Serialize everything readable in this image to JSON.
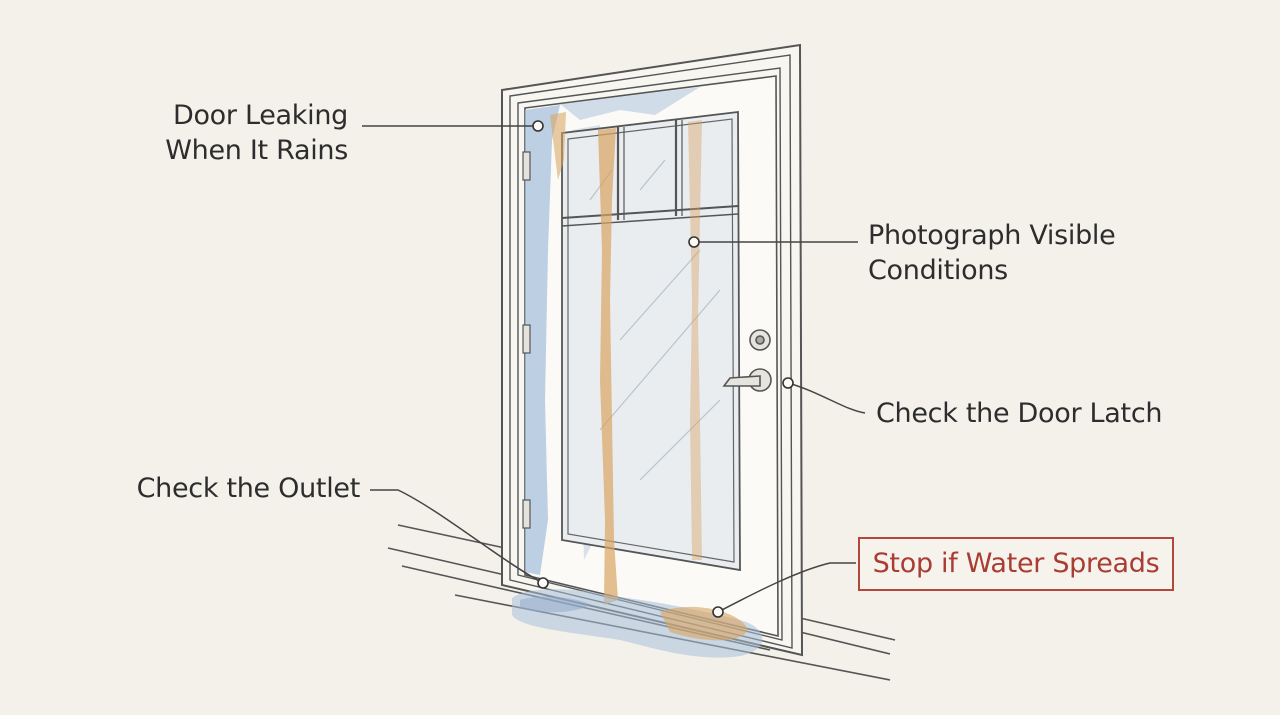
{
  "labels": {
    "door_leaking": [
      "Door Leaking",
      "When It Rains"
    ],
    "photograph": [
      "Photograph Visible",
      "Conditions"
    ],
    "latch": "Check the Door Latch",
    "outlet": "Check the Outlet",
    "stop": "Stop if Water Spreads"
  },
  "colors": {
    "background": "#f3f1ea",
    "ink": "#2d2d2d",
    "warning": "#b3473b",
    "water_blue": "#9fb8d6",
    "rust_stain": "#d9a865"
  }
}
